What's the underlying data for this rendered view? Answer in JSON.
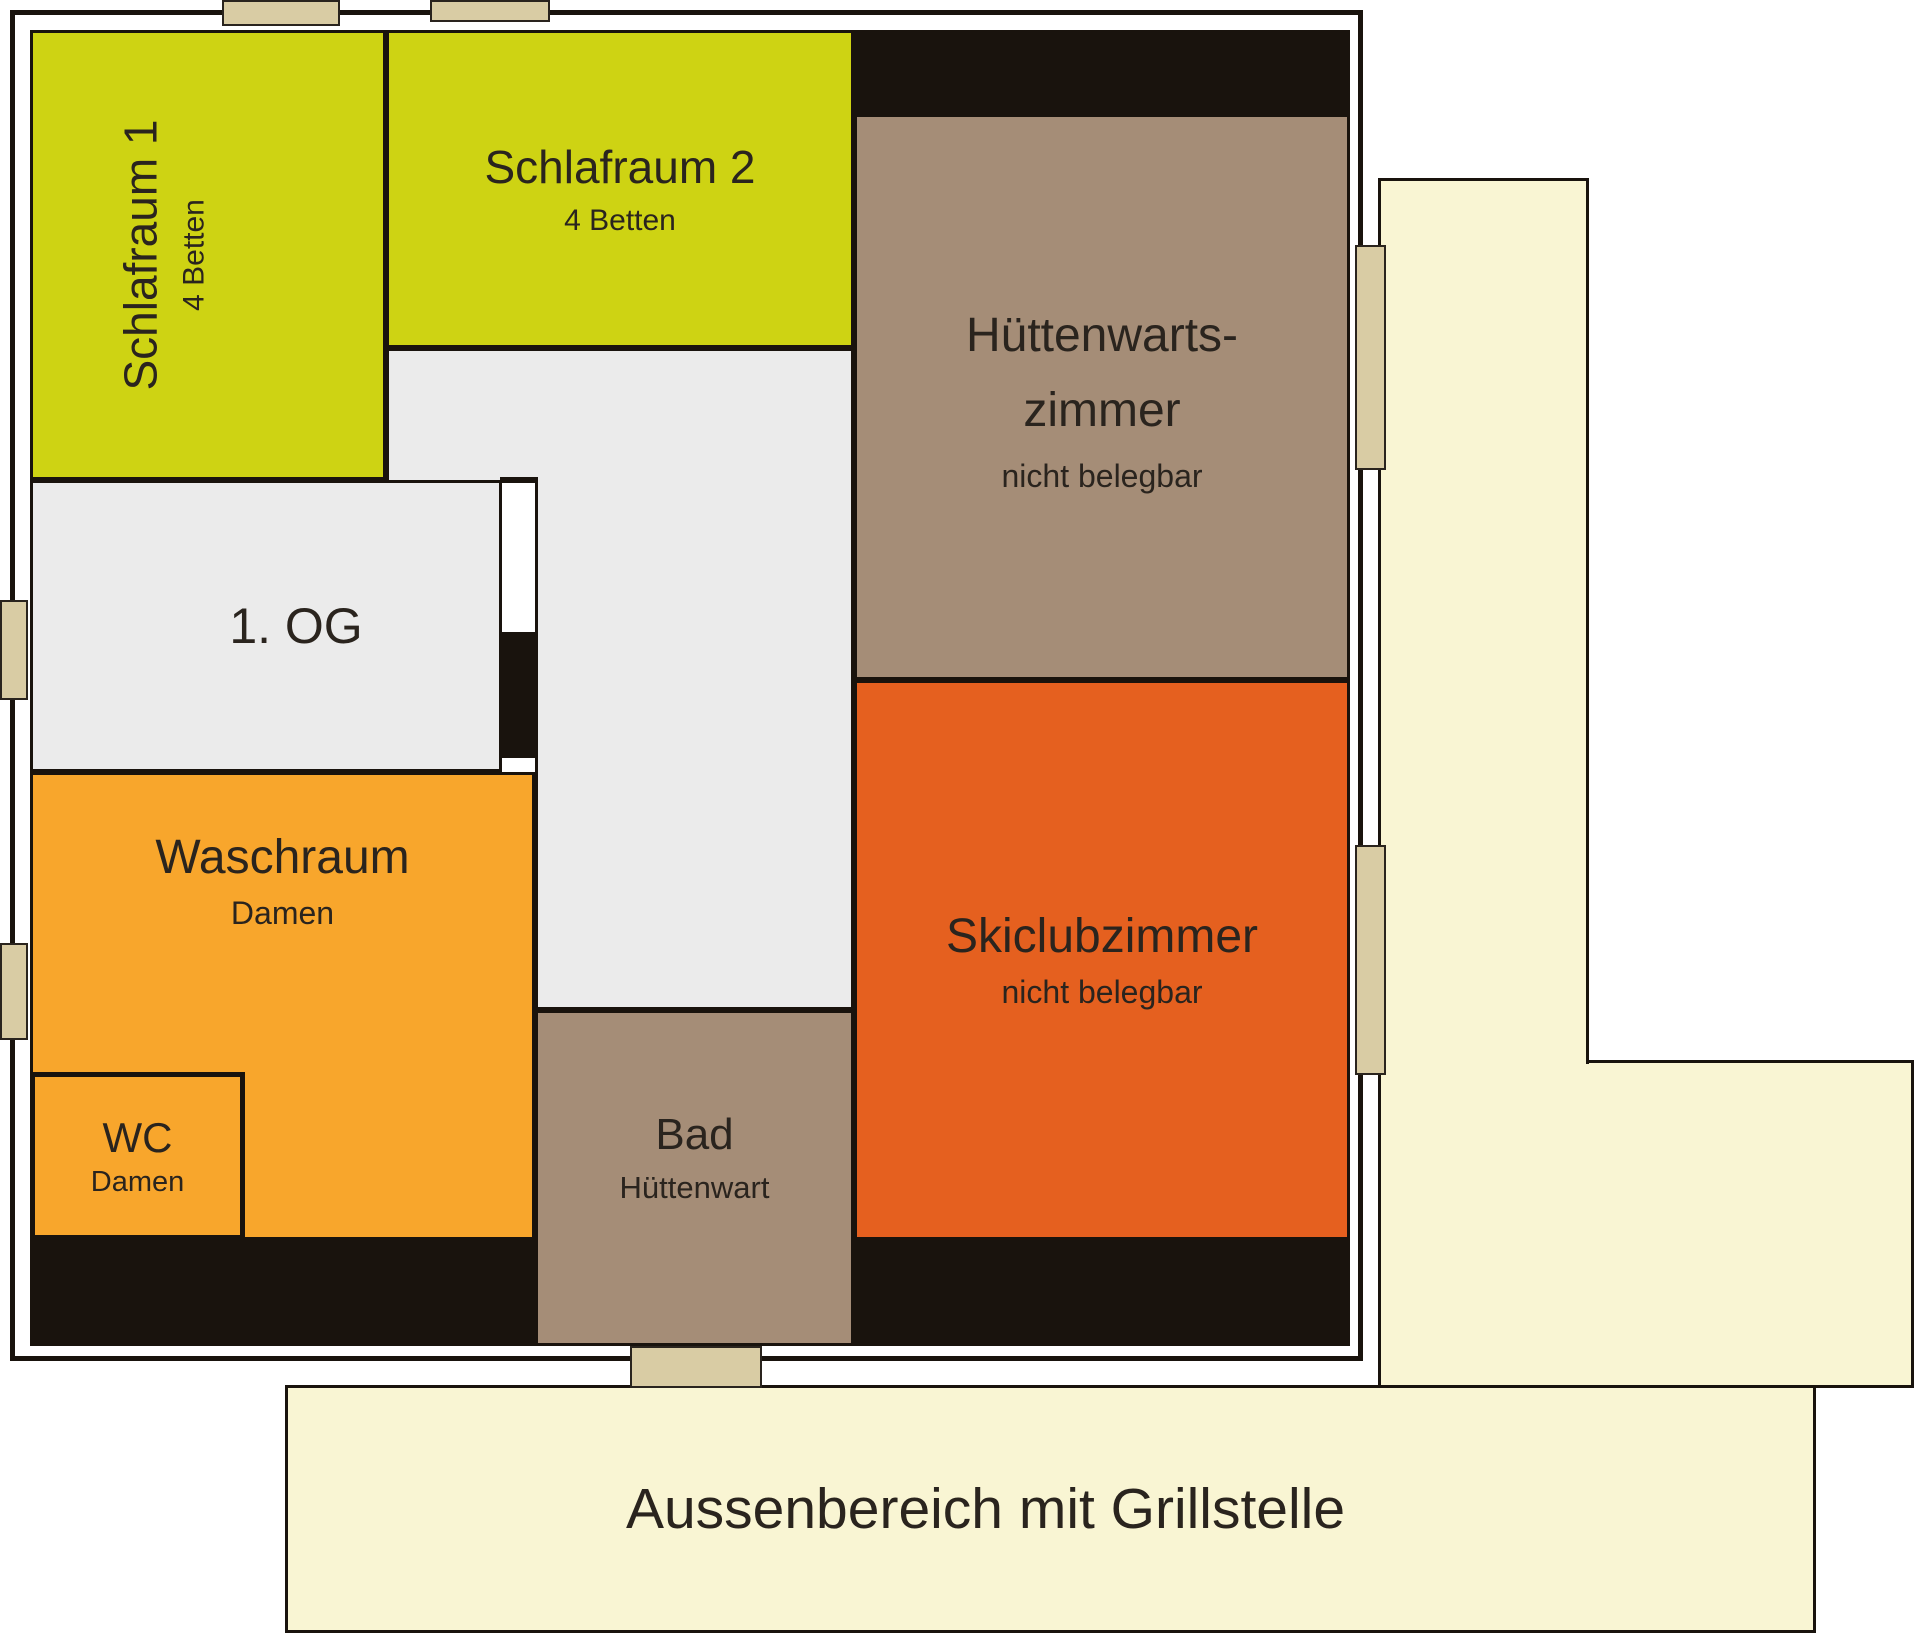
{
  "floorplan": {
    "floor_label": "1. OG",
    "rooms": {
      "schlafraum1": {
        "name": "Schlafraum 1",
        "beds": "4 Betten"
      },
      "schlafraum2": {
        "name": "Schlafraum 2",
        "beds": "4 Betten"
      },
      "huettenwartszimmer": {
        "line1": "Hüttenwarts-",
        "line2": "zimmer",
        "note": "nicht belegbar"
      },
      "waschraum": {
        "name": "Waschraum",
        "note": "Damen"
      },
      "wc": {
        "name": "WC",
        "note": "Damen"
      },
      "bad": {
        "name": "Bad",
        "note": "Hüttenwart"
      },
      "skiclubzimmer": {
        "name": "Skiclubzimmer",
        "note": "nicht belegbar"
      },
      "aussenbereich": {
        "name": "Aussenbereich mit Grillstelle"
      }
    },
    "colors": {
      "bedroom": "#ced313",
      "caretaker_room": "#a58d77",
      "washroom": "#f8a62c",
      "ski_club": "#e5601f",
      "outdoor_area": "#f9f5d3",
      "hallway": "#ebebeb",
      "wall": "#19130d",
      "door_window": "#d9cca4",
      "text": "#2a241e"
    }
  }
}
